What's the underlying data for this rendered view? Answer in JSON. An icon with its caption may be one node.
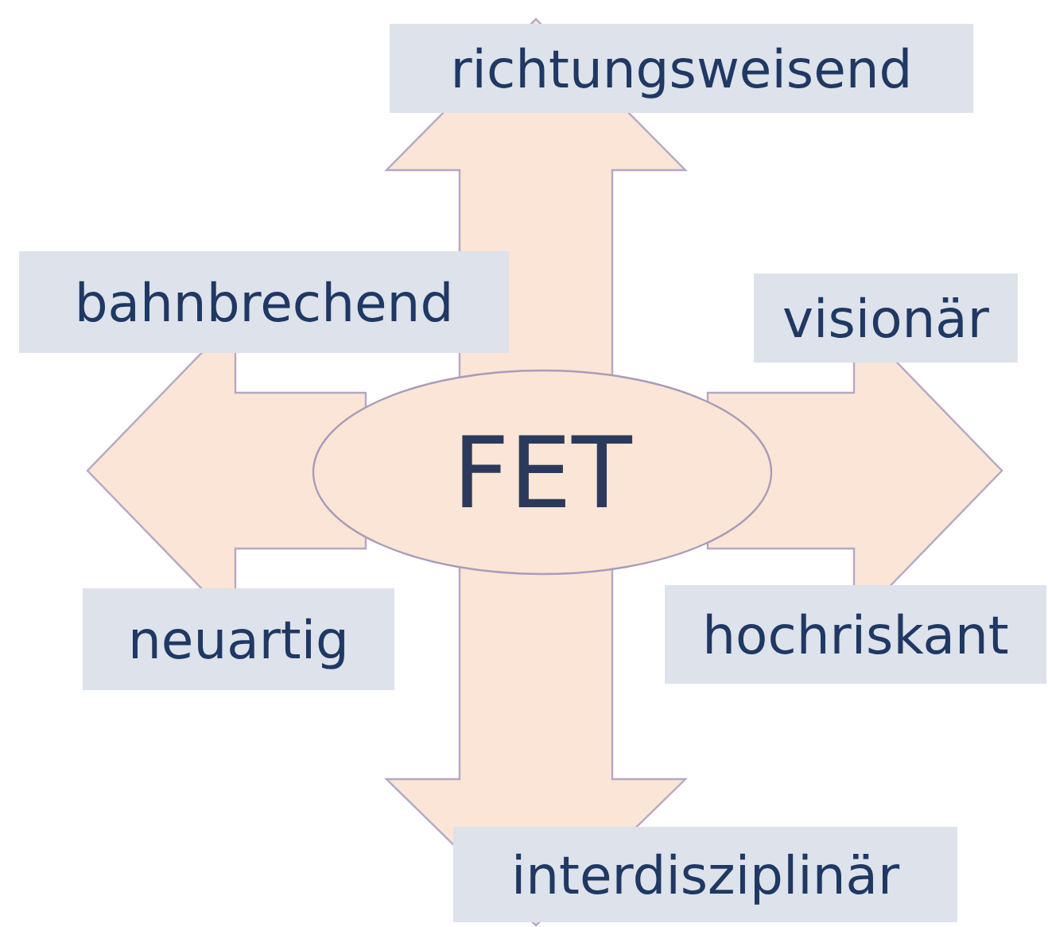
{
  "diagram": {
    "nodes": [
      {
        "text": [
          "richtungsweisend"
        ]
      },
      {
        "text": [
          "bahnbrechend"
        ]
      },
      {
        "text": [
          "visionär"
        ]
      },
      {
        "text": [
          "FET"
        ]
      },
      {
        "text": [
          "neuartig"
        ]
      },
      {
        "text": [
          "hochriskant"
        ]
      },
      {
        "text": [
          "interdisziplinär"
        ]
      }
    ],
    "edges": [
      {
        "from": 3,
        "to": null,
        "arrow": "to"
      },
      {
        "from": 3,
        "to": null,
        "arrow": "to"
      },
      {
        "from": 3,
        "to": null,
        "arrow": "to"
      },
      {
        "from": 3,
        "to": null,
        "arrow": "to"
      }
    ]
  }
}
